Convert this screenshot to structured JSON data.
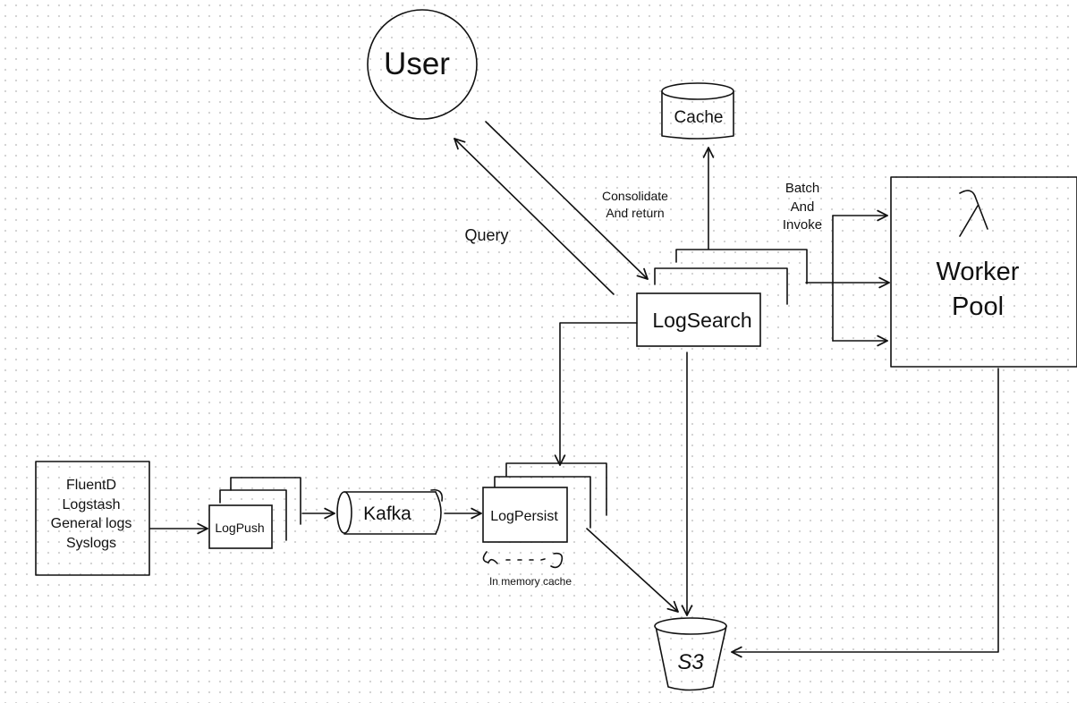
{
  "nodes": {
    "user": "User",
    "cache": "Cache",
    "log_search": "LogSearch",
    "worker_pool_line1": "Worker",
    "worker_pool_line2": "Pool",
    "sources": [
      "FluentD",
      "Logstash",
      "General logs",
      "Syslogs"
    ],
    "log_push": "LogPush",
    "kafka": "Kafka",
    "log_persist": "LogPersist",
    "s3": "S3"
  },
  "edges": {
    "query": "Query",
    "consolidate_line1": "Consolidate",
    "consolidate_line2": "And return",
    "batch_line1": "Batch",
    "batch_line2": "And",
    "batch_line3": "Invoke"
  },
  "annotations": {
    "in_memory_cache": "In memory cache"
  },
  "icons": {
    "worker_pool": "lambda-icon"
  }
}
